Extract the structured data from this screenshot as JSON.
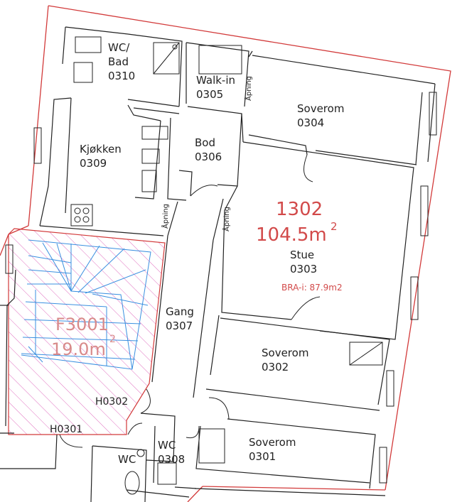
{
  "apartment": {
    "number": "1302",
    "area_main": "104.5m",
    "area_exp": "2",
    "bra_i": "BRA-i: 87.9m2"
  },
  "stair": {
    "code": "F3001",
    "area_main": "19.0m",
    "area_exp": "2"
  },
  "rooms": [
    {
      "name": "WC/",
      "name2": "Bad",
      "code": "0310"
    },
    {
      "name": "Walk-in",
      "code": "0305"
    },
    {
      "name": "Soverom",
      "code": "0304"
    },
    {
      "name": "Kjøkken",
      "code": "0309"
    },
    {
      "name": "Bod",
      "code": "0306"
    },
    {
      "name": "Stue",
      "code": "0303"
    },
    {
      "name": "Gang",
      "code": "0307"
    },
    {
      "name": "Soverom",
      "code": "0302"
    },
    {
      "name": "Soverom",
      "code": "0301"
    },
    {
      "name": "WC",
      "code": "0308"
    },
    {
      "name": "WC",
      "code": ""
    }
  ],
  "door_codes": [
    "H0302",
    "H0301"
  ],
  "openings": [
    "Åpning",
    "Åpning",
    "Åpning"
  ],
  "colors": {
    "wall": "#222222",
    "outline": "#d23a3a",
    "stair_lines": "#3a8fe0",
    "hatch": "#e070c0"
  }
}
